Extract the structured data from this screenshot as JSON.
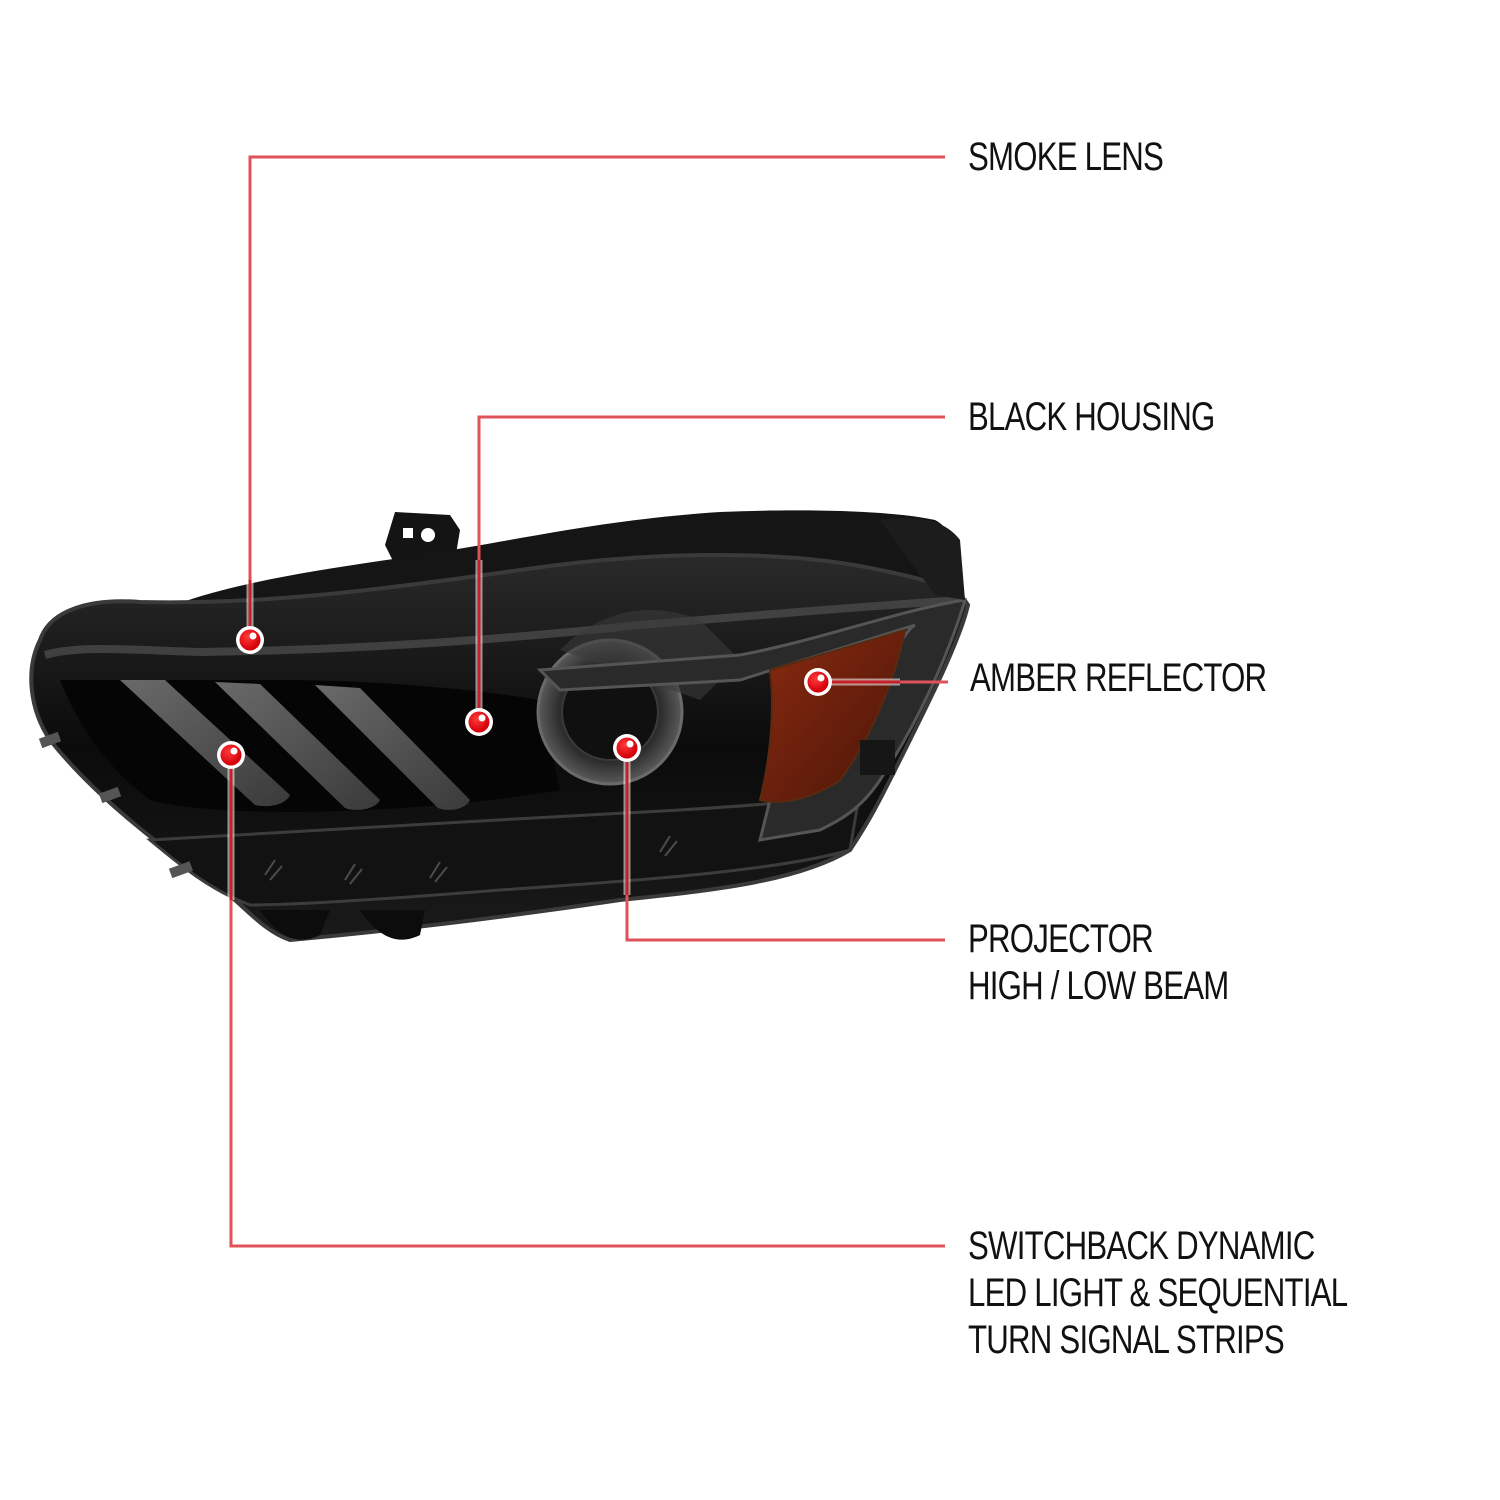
{
  "diagram": {
    "subject": "Black smoke projector headlight",
    "accent_color": "#e0525a",
    "dot_color": "#e8000c",
    "callouts": [
      {
        "id": "smoke-lens",
        "lines": [
          "SMOKE LENS"
        ]
      },
      {
        "id": "black-housing",
        "lines": [
          "BLACK HOUSING"
        ]
      },
      {
        "id": "amber-reflector",
        "lines": [
          "AMBER REFLECTOR"
        ]
      },
      {
        "id": "projector",
        "lines": [
          "PROJECTOR",
          "HIGH / LOW BEAM"
        ]
      },
      {
        "id": "switchback",
        "lines": [
          "SWITCHBACK DYNAMIC",
          "LED LIGHT & SEQUENTIAL",
          "TURN SIGNAL STRIPS"
        ]
      }
    ]
  }
}
